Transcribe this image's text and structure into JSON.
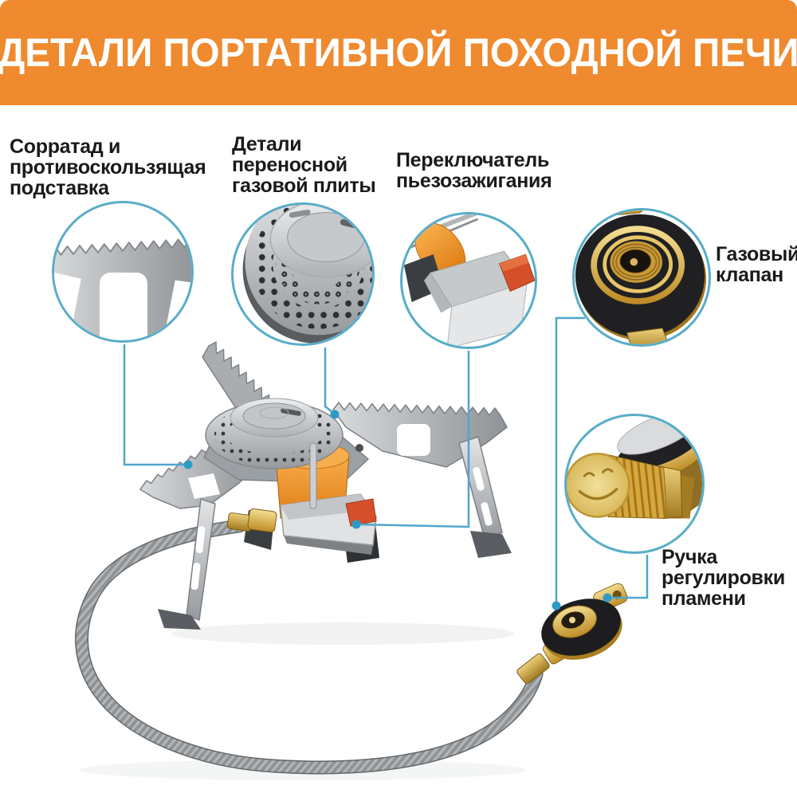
{
  "banner": {
    "title": "ДЕТАЛИ ПОРТАТИВНОЙ ПОХОДНОЙ ПЕЧИ"
  },
  "labels": {
    "stand": {
      "lines": [
        "Сорратад и",
        "противоскользящая",
        "подставка"
      ]
    },
    "stove_parts": {
      "lines": [
        "Детали",
        "переносной",
        "газовой плиты"
      ]
    },
    "piezo": {
      "lines": [
        "Переключатель",
        "пьезозажигания"
      ]
    },
    "valve": {
      "lines": [
        "Газовый",
        "клапан"
      ]
    },
    "knob": {
      "lines": [
        "Ручка",
        "регулировки",
        "пламени"
      ]
    }
  },
  "callouts": [
    {
      "name": "serrated-stand-detail"
    },
    {
      "name": "burner-head-detail"
    },
    {
      "name": "piezo-ignition-switch-detail"
    },
    {
      "name": "gas-valve-detail"
    },
    {
      "name": "flame-control-knob-detail"
    }
  ],
  "colors": {
    "banner_bg": "#EF8A2F",
    "banner_text": "#FFFFFF",
    "label_text": "#1A1A1A",
    "callout_border": "#58ADC8",
    "callout_line": "#4FA6CC",
    "callout_dot": "#2D9AC6"
  }
}
